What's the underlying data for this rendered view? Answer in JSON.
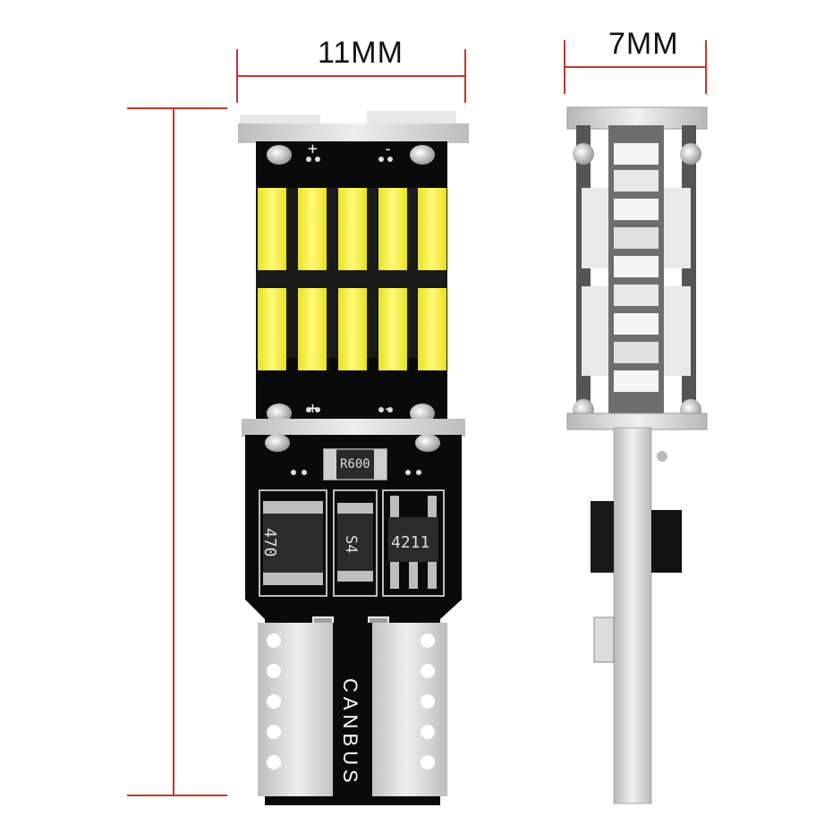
{
  "dimensions": {
    "width_label": "11MM",
    "depth_label": "7MM"
  },
  "front_view": {
    "pad_marks": [
      "+",
      "-",
      "+",
      "-"
    ],
    "led_chip_count": 10,
    "resistor_code": "R600",
    "chip_codes": [
      "470",
      "S4",
      "4211"
    ],
    "base_text": "CANBUS"
  },
  "colors": {
    "dimension_line": "#c0392b",
    "pcb": "#0a0a0a",
    "led": "#f5f03a",
    "metal": "#d9d9d9"
  }
}
